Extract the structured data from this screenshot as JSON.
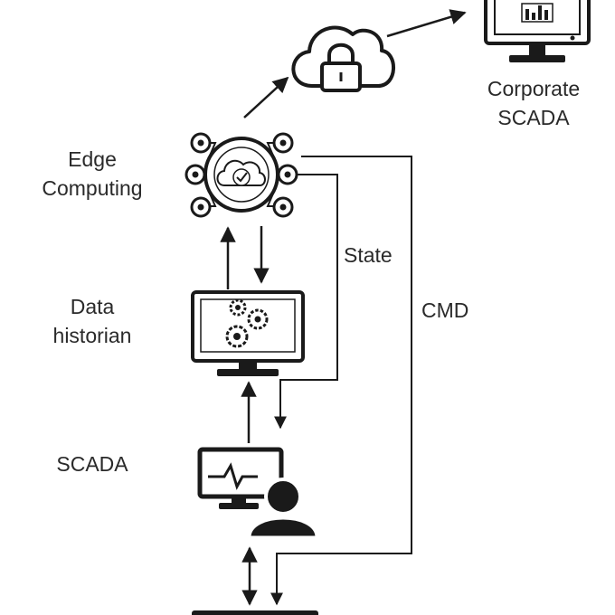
{
  "labels": {
    "corporate_scada_line1": "Corporate",
    "corporate_scada_line2": "SCADA",
    "edge_line1": "Edge",
    "edge_line2": "Computing",
    "historian_line1": "Data",
    "historian_line2": "historian",
    "scada": "SCADA",
    "state": "State",
    "cmd": "CMD"
  },
  "icons": {
    "cloud": "cloud-lock-icon",
    "corporate_monitor": "monitor-chart-icon",
    "edge": "edge-computing-hub-icon",
    "historian": "monitor-gears-icon",
    "scada": "monitor-operator-icon",
    "bottom_device": "device-icon"
  },
  "colors": {
    "stroke": "#1a1a1a",
    "text": "#2a2a2a",
    "background": "#ffffff"
  }
}
